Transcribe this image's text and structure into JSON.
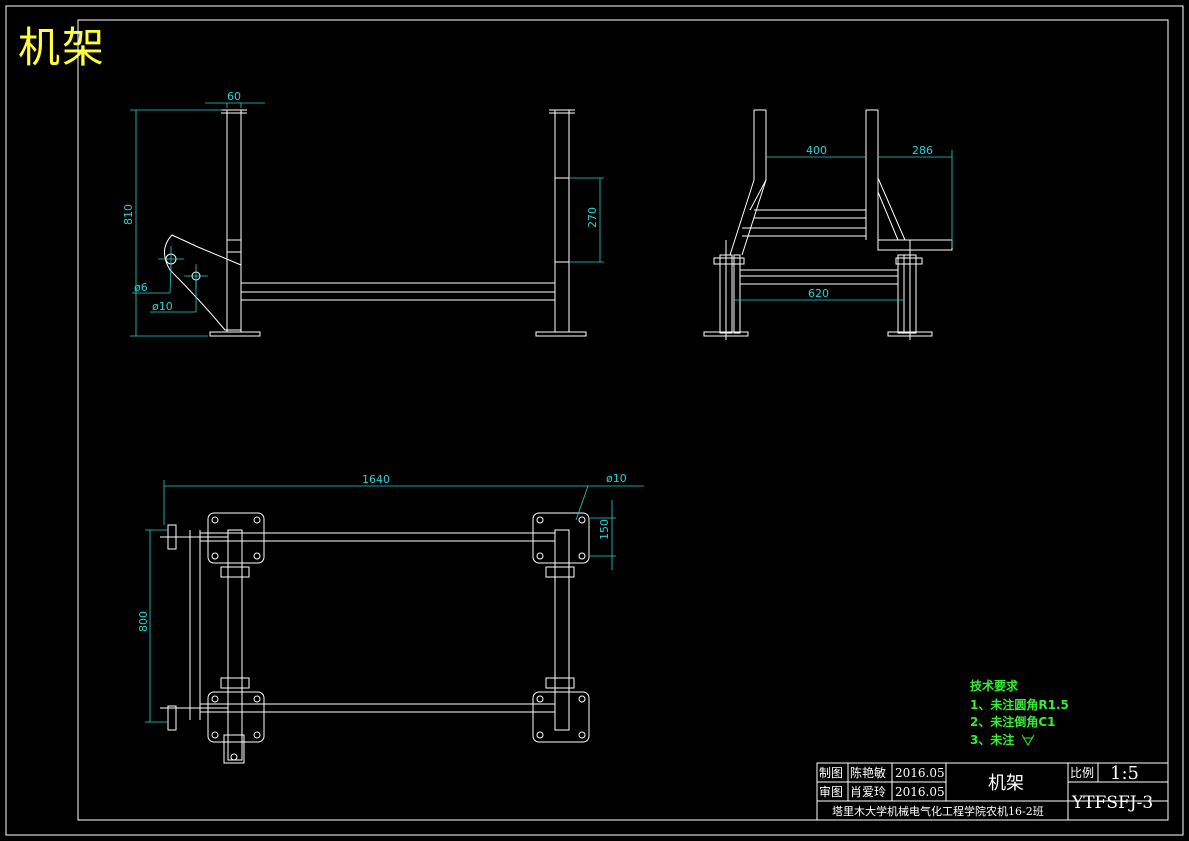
{
  "title": "机架",
  "dimensions": {
    "d60": "60",
    "d810": "810",
    "phi6": "ø6",
    "phi10a": "ø10",
    "d270": "270",
    "d400": "400",
    "d286": "286",
    "d620": "620",
    "d1640": "1640",
    "phi10b": "ø10",
    "d150": "150",
    "d800": "800"
  },
  "requirements": {
    "heading": "技术要求",
    "items": [
      "1、未注圆角R1.5",
      "2、未注倒角C1",
      "3、未注"
    ]
  },
  "title_block": {
    "drawn_label": "制图",
    "drawn_name": "陈艳敏",
    "drawn_date": "2016.05",
    "checked_label": "审图",
    "checked_name": "肖爱玲",
    "checked_date": "2016.05",
    "part_name": "机架",
    "scale_label": "比例",
    "scale_value": "1:5",
    "school": "塔里木大学机械电气化工程学院农机16-2班",
    "drawing_no": "YTFSFJ-3"
  },
  "colors": {
    "background": "#000000",
    "geometry": "#ffffff",
    "dimension": "#22d3d3",
    "title": "#ffff33",
    "requirements": "#33ee33"
  }
}
